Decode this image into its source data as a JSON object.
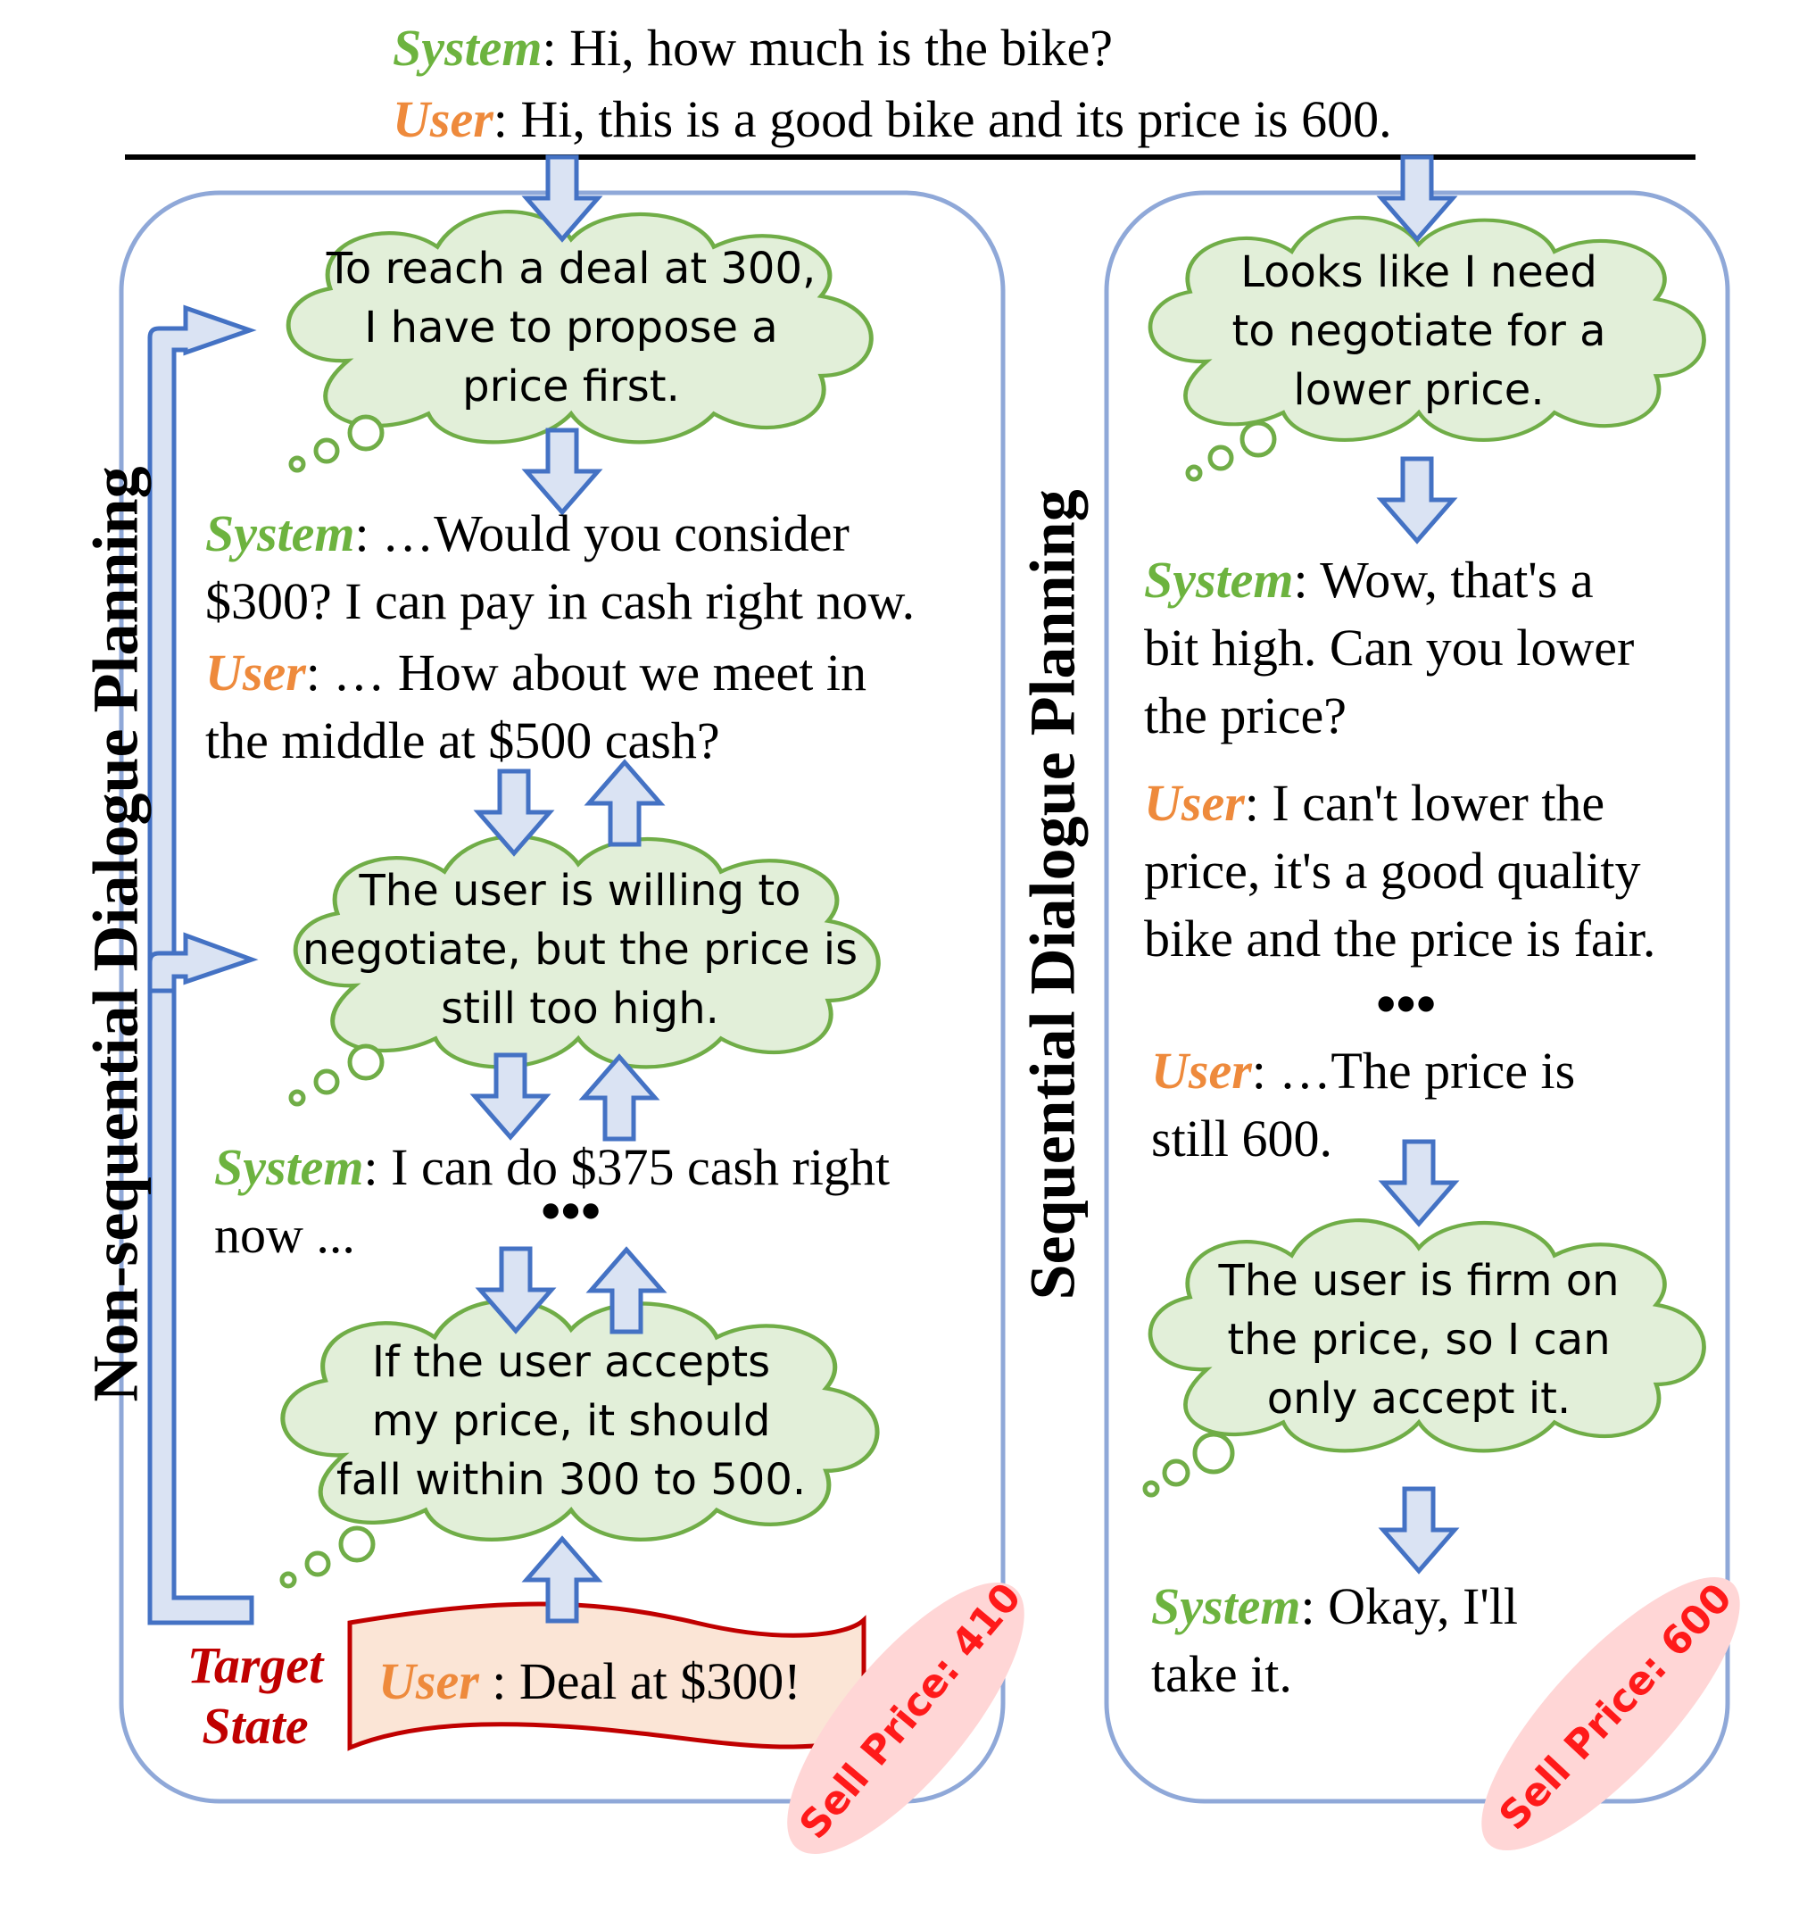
{
  "header": {
    "line1": {
      "speaker": "System",
      "text": ": Hi, how much is the bike?"
    },
    "line2": {
      "speaker": "User",
      "text": ": Hi, this is a good bike and its price is 600."
    }
  },
  "left_panel": {
    "title": "Non-sequential Dialogue Planning",
    "thought1": [
      "To reach a deal at 300,",
      "I have to propose a",
      "price first."
    ],
    "turn1": {
      "speaker": "System",
      "line1": ": …Would you consider",
      "line2": "$300? I can pay in cash right now."
    },
    "turn2": {
      "speaker": "User",
      "line1": ": … How about we meet in",
      "line2": "the middle at $500 cash?"
    },
    "thought2": [
      "The user is willing to",
      "negotiate, but the price is",
      "still too high."
    ],
    "turn3": {
      "speaker": "System",
      "line1": ": I can do $375 cash right",
      "line2": "now ..."
    },
    "ellipsis": "•••",
    "thought3": [
      "If the user accepts",
      "my price, it should",
      "fall within 300 to 500."
    ],
    "target_label": [
      "Target",
      "State"
    ],
    "target": {
      "speaker": "User",
      "text": " : Deal at $300!"
    },
    "sell_price": "Sell Price: 410"
  },
  "right_panel": {
    "title": "Sequential Dialogue Planning",
    "thought1": [
      "Looks like I need",
      "to negotiate for a",
      "lower price."
    ],
    "turn1": {
      "speaker": "System",
      "line1": ": Wow, that's a",
      "line2": "bit high. Can you lower",
      "line3": "the price?"
    },
    "turn2": {
      "speaker": "User",
      "line1": ": I can't lower the",
      "line2": "price, it's a good quality",
      "line3": "bike and the price is fair."
    },
    "ellipsis": "•••",
    "turn3": {
      "speaker": "User",
      "line1": ": …The price is",
      "line2": "still 600."
    },
    "thought2": [
      "The user is firm on",
      "the price, so I can",
      "only accept it."
    ],
    "turn4": {
      "speaker": "System",
      "line1": ": Okay, I'll",
      "line2": "take it."
    },
    "sell_price": "Sell Price: 600"
  },
  "colors": {
    "system": "#6db33f",
    "user": "#ee8a3c",
    "panel_border": "#8fa8d8",
    "cloud_fill": "#e2efd9",
    "cloud_stroke": "#70ad47",
    "arrow_fill": "#dae3f3",
    "arrow_stroke": "#4472c4",
    "target_fill": "#fbe5d6",
    "target_stroke": "#c00000",
    "stamp_fill": "#ffd6d6",
    "stamp_text": "#ff1a1a"
  }
}
